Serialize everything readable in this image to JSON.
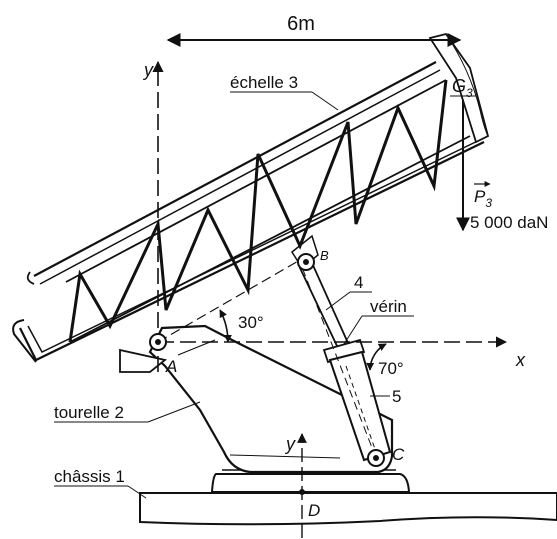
{
  "dimension": {
    "text": "6m"
  },
  "axes": {
    "y_main": "y",
    "x_main": "x",
    "y_base": "y"
  },
  "parts": {
    "ladder": "échelle 3",
    "turret": "tourelle 2",
    "chassis": "châssis 1",
    "cylinder_label": "vérin",
    "cylinder_rod": "4",
    "cylinder_body": "5"
  },
  "points": {
    "A": "A",
    "B": "B",
    "C": "C",
    "D": "D",
    "G": "G",
    "G_sub": "3"
  },
  "angles": {
    "ladder_angle": "30°",
    "cylinder_angle": "70°"
  },
  "load": {
    "P": "P",
    "P_sub": "3",
    "value": "5 000 daN"
  },
  "colors": {
    "ink": "#111111",
    "paper": "#ffffff"
  }
}
